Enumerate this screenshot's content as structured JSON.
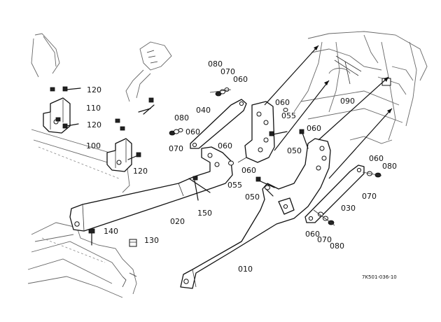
{
  "labels": {
    "p010": "010",
    "p020": "020",
    "p030": "030",
    "p040": "040",
    "p050a": "050",
    "p050b": "050",
    "p055a": "055",
    "p055b": "055",
    "p060a": "060",
    "p060b": "060",
    "p060c": "060",
    "p060d": "060",
    "p060e": "060",
    "p060f": "060",
    "p060g": "060",
    "p060h": "060",
    "p070a": "070",
    "p070b": "070",
    "p070c": "070",
    "p070d": "070",
    "p080a": "080",
    "p080b": "080",
    "p080c": "080",
    "p080d": "080",
    "p090": "090",
    "p100": "100",
    "p110": "110",
    "p120a": "120",
    "p120b": "120",
    "p120c": "120",
    "p130": "130",
    "p140": "140",
    "p150": "150"
  },
  "drawing_code": "7K501-036-10"
}
